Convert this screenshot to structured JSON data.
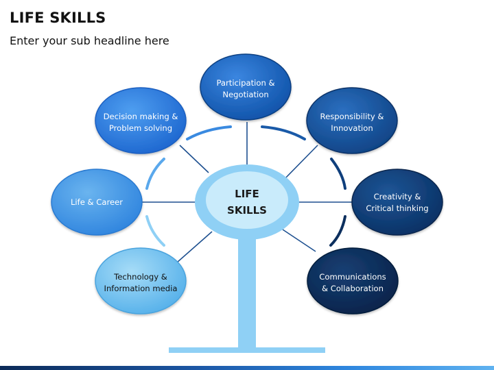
{
  "slide": {
    "title": "LIFE SKILLS",
    "subtitle": "Enter your sub headline here"
  },
  "hub": {
    "line1": "LIFE",
    "line2": "SKILLS"
  },
  "nodes": [
    {
      "id": "participation",
      "lines": [
        "Participation &",
        "Negotiation"
      ],
      "color": "#1560bd",
      "text_color": "#ffffff"
    },
    {
      "id": "responsibility",
      "lines": [
        "Responsibility &",
        "Innovation"
      ],
      "color": "#134e92",
      "text_color": "#ffffff"
    },
    {
      "id": "creativity",
      "lines": [
        "Creativity &",
        "Critical thinking"
      ],
      "color": "#0e3c73",
      "text_color": "#ffffff"
    },
    {
      "id": "communications",
      "lines": [
        "Communications",
        "& Collaboration"
      ],
      "color": "#0c2e59",
      "text_color": "#ffffff"
    },
    {
      "id": "technology",
      "lines": [
        "Technology &",
        "Information media"
      ],
      "color": "#6fc0ef",
      "text_color": "#111111"
    },
    {
      "id": "life-career",
      "lines": [
        "Life & Career"
      ],
      "color": "#3f95e8",
      "text_color": "#ffffff"
    },
    {
      "id": "decision",
      "lines": [
        "Decision making &",
        "Problem solving"
      ],
      "color": "#2978de",
      "text_color": "#ffffff"
    }
  ],
  "colors": {
    "hub_ring": "#8fd0f5",
    "hub_inner": "#c9ebfb",
    "stand": "#8fd0f5",
    "connector": "#1d4f8f"
  }
}
